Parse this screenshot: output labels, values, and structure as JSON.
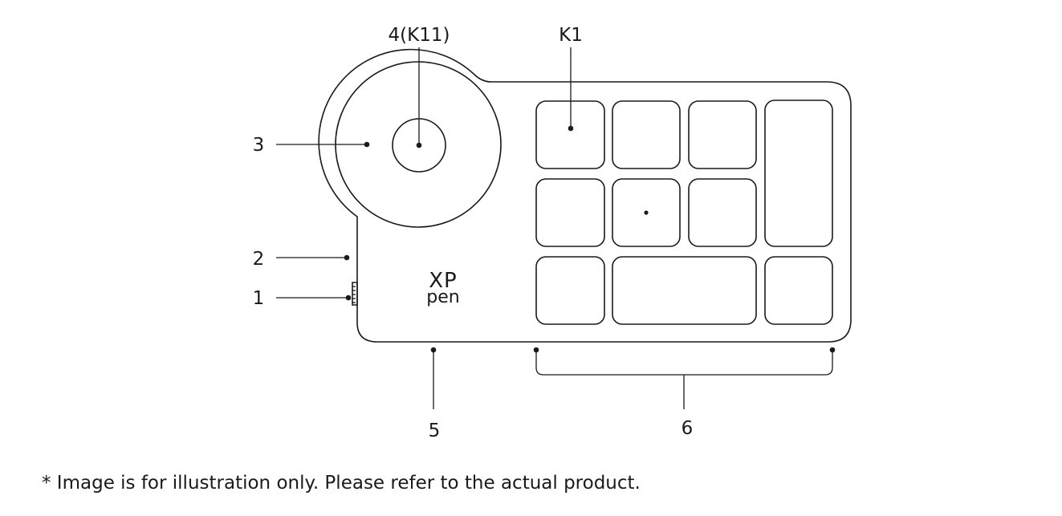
{
  "labels": {
    "knob_center": "4(K11)",
    "key_k1": "K1",
    "dial": "3",
    "side_2": "2",
    "side_1": "1",
    "bottom_5": "5",
    "keys_6": "6"
  },
  "logo": {
    "line1": "XP",
    "line2": "pen"
  },
  "footnote": "* Image is for illustration only. Please refer to the actual product."
}
